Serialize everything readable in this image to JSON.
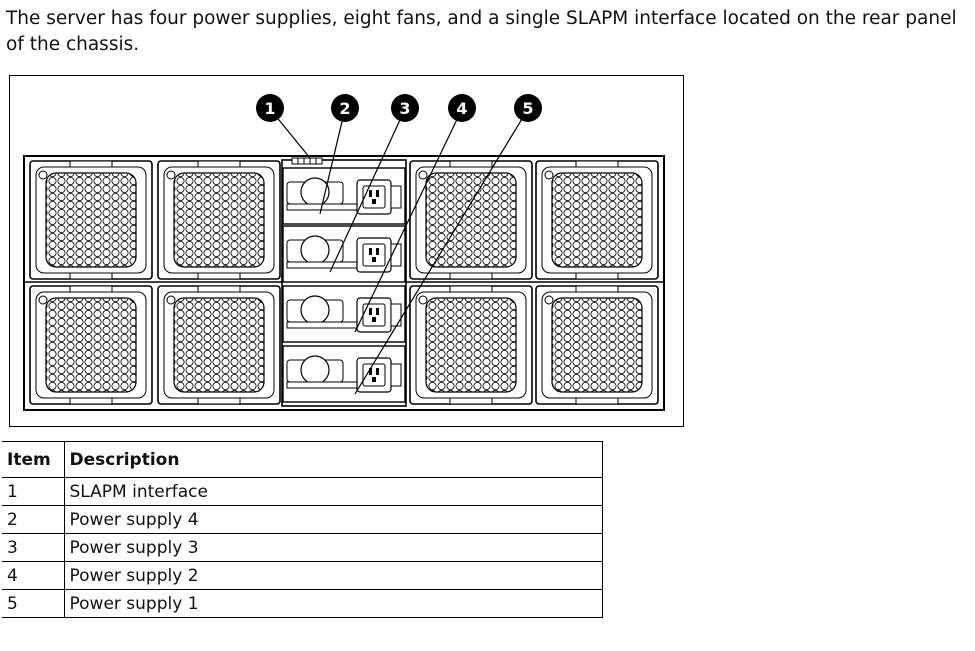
{
  "intro_text": "The server has four power supplies, eight fans, and a single SLAPM interface located on the rear panel of the chassis.",
  "figure": {
    "callouts": [
      "1",
      "2",
      "3",
      "4",
      "5"
    ]
  },
  "table": {
    "headers": {
      "item": "Item",
      "description": "Description"
    },
    "rows": [
      {
        "item": "1",
        "description": "SLAPM interface"
      },
      {
        "item": "2",
        "description": "Power supply 4"
      },
      {
        "item": "3",
        "description": "Power supply 3"
      },
      {
        "item": "4",
        "description": "Power supply 2"
      },
      {
        "item": "5",
        "description": "Power supply 1"
      }
    ]
  }
}
